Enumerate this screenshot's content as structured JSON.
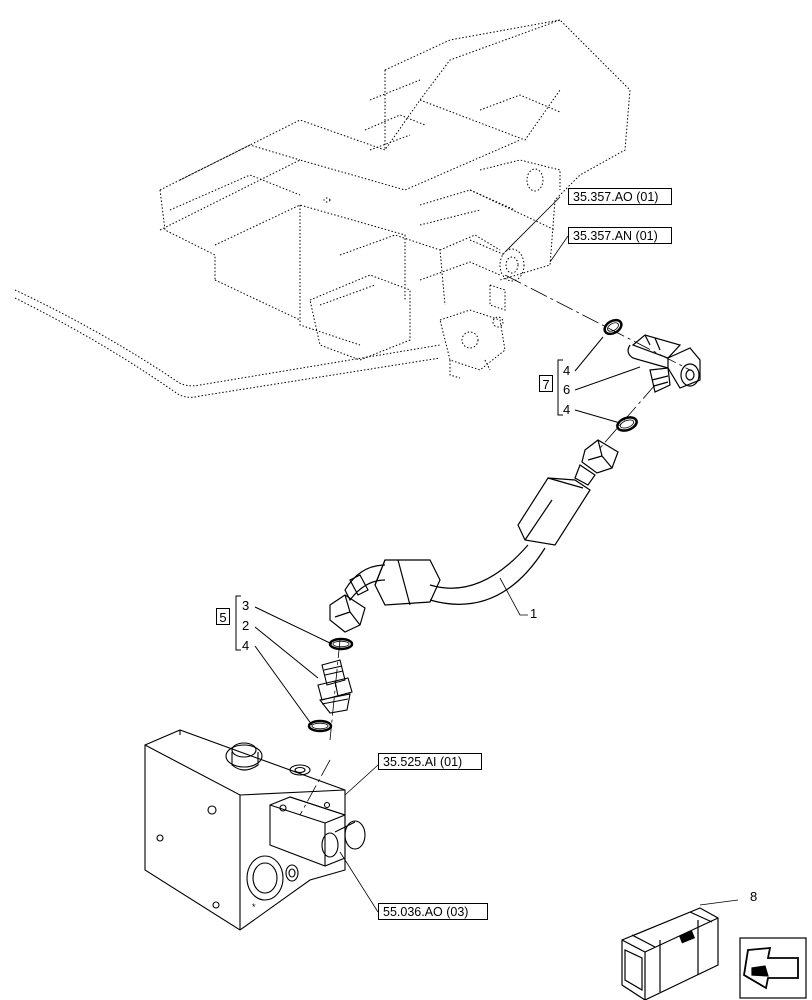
{
  "references": {
    "ref_1": "35.357.AO (01)",
    "ref_2": "35.357.AN (01)",
    "ref_3": "35.525.AI (01)",
    "ref_4": "55.036.AO (03)"
  },
  "groups": {
    "upper": {
      "label": "7",
      "items": [
        "4",
        "6",
        "4"
      ]
    },
    "lower": {
      "label": "5",
      "items": [
        "3",
        "2",
        "4"
      ]
    }
  },
  "callouts": {
    "hose": "1",
    "kit": "8"
  },
  "icons": [
    "valve-block-icon",
    "tee-fitting-icon",
    "hose-icon",
    "adapter-icon",
    "o-ring-icon",
    "manifold-block-icon",
    "crate-icon",
    "navigation-arrow-icon"
  ],
  "colors": {
    "line": "#000000",
    "background": "#ffffff"
  }
}
